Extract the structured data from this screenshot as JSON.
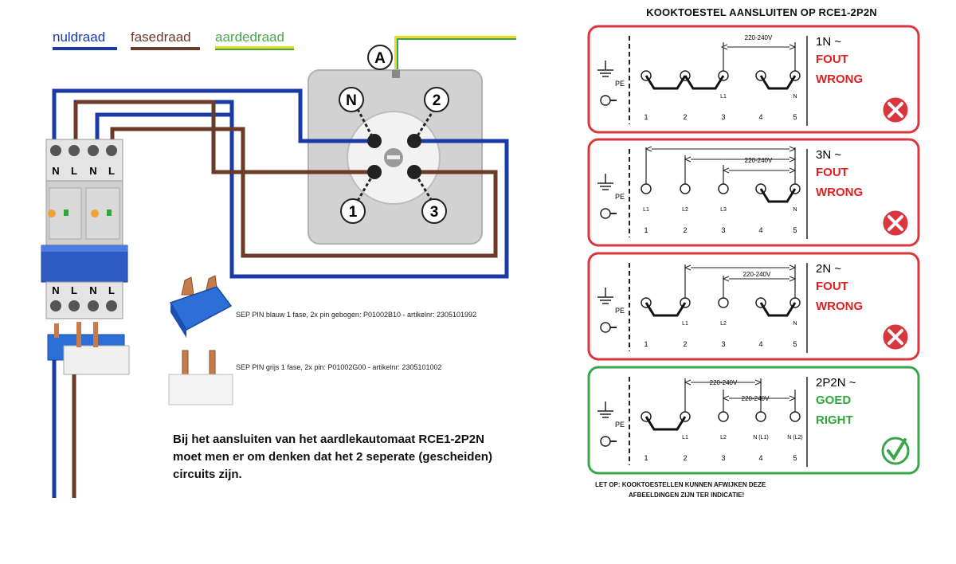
{
  "legend": {
    "neutral": {
      "label": "nuldraad",
      "color": "#1a3aa8"
    },
    "phase": {
      "label": "fasedraad",
      "color": "#6b3b2a"
    },
    "earth": {
      "label": "aardedraad",
      "color": "#3aa54a"
    }
  },
  "socket": {
    "earth_label": "A",
    "terminals": [
      "N",
      "2",
      "1",
      "3"
    ]
  },
  "breaker": {
    "top_labels": [
      "N",
      "L",
      "N",
      "L"
    ],
    "bottom_labels": [
      "N",
      "L",
      "N",
      "L"
    ]
  },
  "pins": [
    {
      "description": "SEP PIN blauw 1 fase, 2x pin gebogen: P01002B10 - artikelnr: 2305101992"
    },
    {
      "description": "SEP PIN grijs 1 fase, 2x pin:  P01002G00 - artikelnr: 2305101002"
    }
  ],
  "note": {
    "lines": [
      "Bij het aansluiten van het aardlekautomaat RCE1-2P2N",
      "moet men er om denken dat het 2 seperate (gescheiden)",
      "circuits zijn."
    ]
  },
  "right_panel": {
    "title": "KOOKTOESTEL AANSLUITEN OP RCE1-2P2N",
    "pe_label": "PE",
    "terminal_numbers": [
      "1",
      "2",
      "3",
      "4",
      "5"
    ],
    "cards": [
      {
        "mode": "1N ~",
        "status_nl": "FOUT",
        "status_en": "WRONG",
        "ok": false,
        "voltage_labels": [
          "220-240V"
        ],
        "sublabels": [
          "",
          "",
          "L1",
          "",
          "N"
        ]
      },
      {
        "mode": "3N ~",
        "status_nl": "FOUT",
        "status_en": "WRONG",
        "ok": false,
        "voltage_labels": [
          "220-240V"
        ],
        "sublabels": [
          "L1",
          "L2",
          "L3",
          "",
          "N"
        ]
      },
      {
        "mode": "2N ~",
        "status_nl": "FOUT",
        "status_en": "WRONG",
        "ok": false,
        "voltage_labels": [
          "220-240V"
        ],
        "sublabels": [
          "",
          "L1",
          "L2",
          "",
          "N"
        ]
      },
      {
        "mode": "2P2N ~",
        "status_nl": "GOED",
        "status_en": "RIGHT",
        "ok": true,
        "voltage_labels": [
          "220-240V",
          "220-240V"
        ],
        "sublabels": [
          "",
          "L1",
          "L2",
          "N (L1)",
          "N (L2)"
        ]
      }
    ],
    "footnote": [
      "LET OP:  KOOKTOESTELLEN KUNNEN AFWIJKEN DEZE",
      "AFBEELDINGEN ZIJN TER INDICATIE!"
    ]
  },
  "colors": {
    "wrong_border": "#d9363e",
    "right_border": "#3aa54a",
    "wrong_text": "#e02020",
    "right_text": "#2fa83a"
  }
}
